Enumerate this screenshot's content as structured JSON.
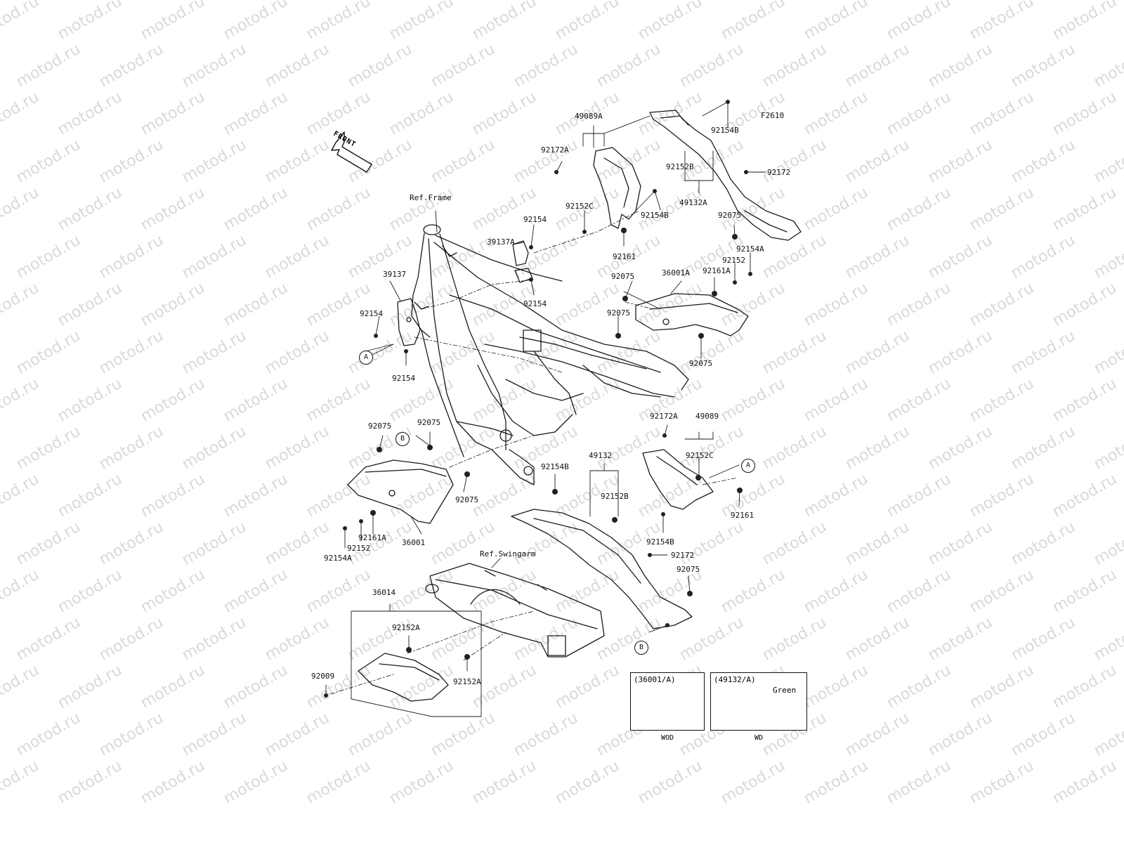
{
  "watermark": "motod.ru",
  "diagram_code": "F2610",
  "front_label": "FRONT",
  "ref_labels": {
    "frame": "Ref.Frame",
    "swingarm": "Ref.Swingarm"
  },
  "markers": [
    "A",
    "B"
  ],
  "part_numbers": [
    "49089A",
    "92172A",
    "92152C",
    "92154B",
    "92161",
    "92154B",
    "92152B",
    "49132A",
    "92172",
    "92075",
    "92154A",
    "92152",
    "92161A",
    "36001A",
    "92075",
    "92075",
    "92075",
    "92154",
    "39137A",
    "92154",
    "39137",
    "92154",
    "92154",
    "92075",
    "92075",
    "92075",
    "92161A",
    "92152",
    "92154A",
    "36001",
    "92172A",
    "49089",
    "49132",
    "92152C",
    "92154B",
    "92152B",
    "92161",
    "92154B",
    "92172",
    "92075",
    "36014",
    "92152A",
    "92152A",
    "92009"
  ],
  "insets": [
    {
      "code": "(36001/A)",
      "variant": "WOD",
      "note": ""
    },
    {
      "code": "(49132/A)",
      "variant": "WD",
      "note": "Green"
    }
  ]
}
